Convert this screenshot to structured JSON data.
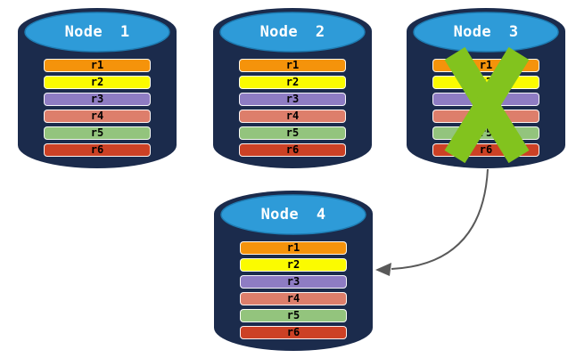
{
  "diagram": {
    "title_meaning": "Database nodes with replicated rows; failed node replaced by new node",
    "colors": {
      "background": "#ffffff",
      "cylinder_body": "#1B2B4C",
      "cylinder_top": "#2E9BD8",
      "cylinder_top_rim": "#1E7DB4",
      "failure_cross": "#82C31E",
      "arrow": "#595959",
      "title_text": "#ffffff",
      "row_text": "#000000"
    },
    "rows": [
      {
        "label": "r1",
        "color": "#F5930B"
      },
      {
        "label": "r2",
        "color": "#FBFB00"
      },
      {
        "label": "r3",
        "color": "#8E7CC3"
      },
      {
        "label": "r4",
        "color": "#DD7E6B"
      },
      {
        "label": "r5",
        "color": "#93C47D"
      },
      {
        "label": "r6",
        "color": "#CC4125"
      }
    ],
    "nodes": [
      {
        "id": "node-1",
        "label": "Node 1",
        "failed": false
      },
      {
        "id": "node-2",
        "label": "Node 2",
        "failed": false
      },
      {
        "id": "node-3",
        "label": "Node 3",
        "failed": true
      },
      {
        "id": "node-4",
        "label": "Node 4",
        "failed": false
      }
    ],
    "arrow": {
      "from": "node-3",
      "to": "node-4",
      "style": "curved"
    }
  }
}
